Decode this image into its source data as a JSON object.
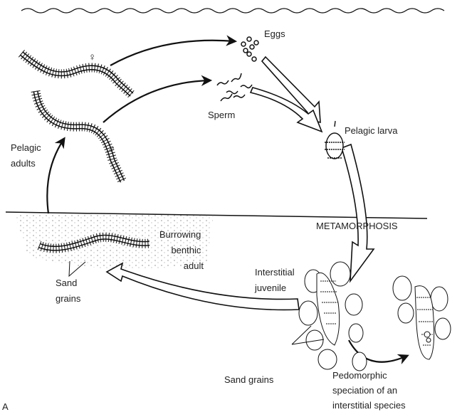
{
  "labels": {
    "eggs": "Eggs",
    "sperm": "Sperm",
    "pelagic_larva": "Pelagic larva",
    "metamorphosis": "METAMORPHOSIS",
    "pelagic_adults_1": "Pelagic",
    "pelagic_adults_2": "adults",
    "female_symbol": "♀",
    "male_symbol": "♂",
    "burrowing_1": "Burrowing",
    "burrowing_2": "benthic",
    "burrowing_3": "adult",
    "sand_left_1": "Sand",
    "sand_left_2": "grains",
    "interstitial_1": "Interstitial",
    "interstitial_2": "juvenile",
    "sand_right": "Sand grains",
    "pedo_1": "Pedomorphic",
    "pedo_2": "speciation of an",
    "pedo_3": "interstitial species",
    "panel": "A"
  }
}
